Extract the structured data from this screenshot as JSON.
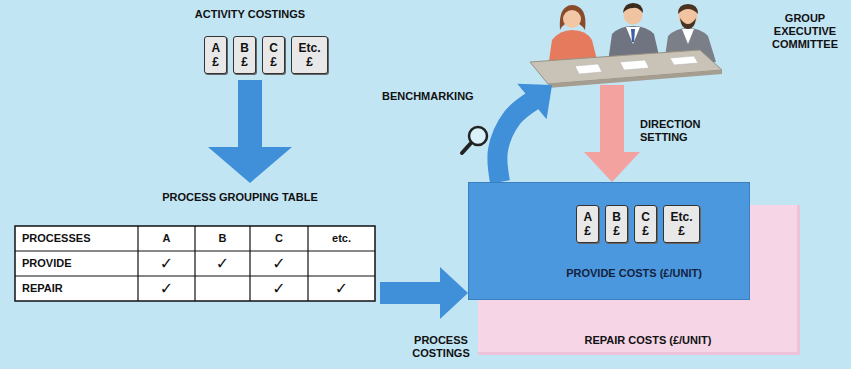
{
  "diagram": {
    "nodes": [
      {
        "text": [
          "ACTIVITY COSTINGS"
        ]
      },
      {
        "text": [
          "A £"
        ],
        "in": 0
      },
      {
        "text": [
          "B £"
        ],
        "in": 0
      },
      {
        "text": [
          "C £"
        ],
        "in": 0
      },
      {
        "text": [
          "Etc. £"
        ],
        "in": 0
      },
      {
        "text": [
          "GROUP EXECUTIVE COMMITTEE"
        ]
      },
      {
        "text": [
          "PROCESS GROUPING TABLE"
        ]
      },
      {
        "text": [
          "REPAIR COSTS (£/UNIT)"
        ]
      },
      {
        "text": [
          "PROVIDE COSTS (£/UNIT)"
        ]
      },
      {
        "text": [
          "A £"
        ],
        "in": 8
      },
      {
        "text": [
          "B £"
        ],
        "in": 8
      },
      {
        "text": [
          "C £"
        ],
        "in": 8
      },
      {
        "text": [
          "Etc. £"
        ],
        "in": 8
      }
    ],
    "edges": [
      {
        "from": 0,
        "to": 6,
        "arrow": "to"
      },
      {
        "from": 6,
        "to": 8,
        "arrow": "to",
        "label": "PROCESS COSTINGS"
      },
      {
        "from": 8,
        "to": 5,
        "arrow": "to",
        "label": "BENCHMARKING"
      },
      {
        "from": 5,
        "to": 8,
        "arrow": "to",
        "label": "DIRECTION SETTING"
      }
    ],
    "labels": [
      "PROCESSES",
      "A",
      "B",
      "C",
      "etc.",
      "PROVIDE",
      "✓",
      "✓",
      "✓",
      "REPAIR",
      "✓",
      "✓",
      "✓"
    ]
  }
}
